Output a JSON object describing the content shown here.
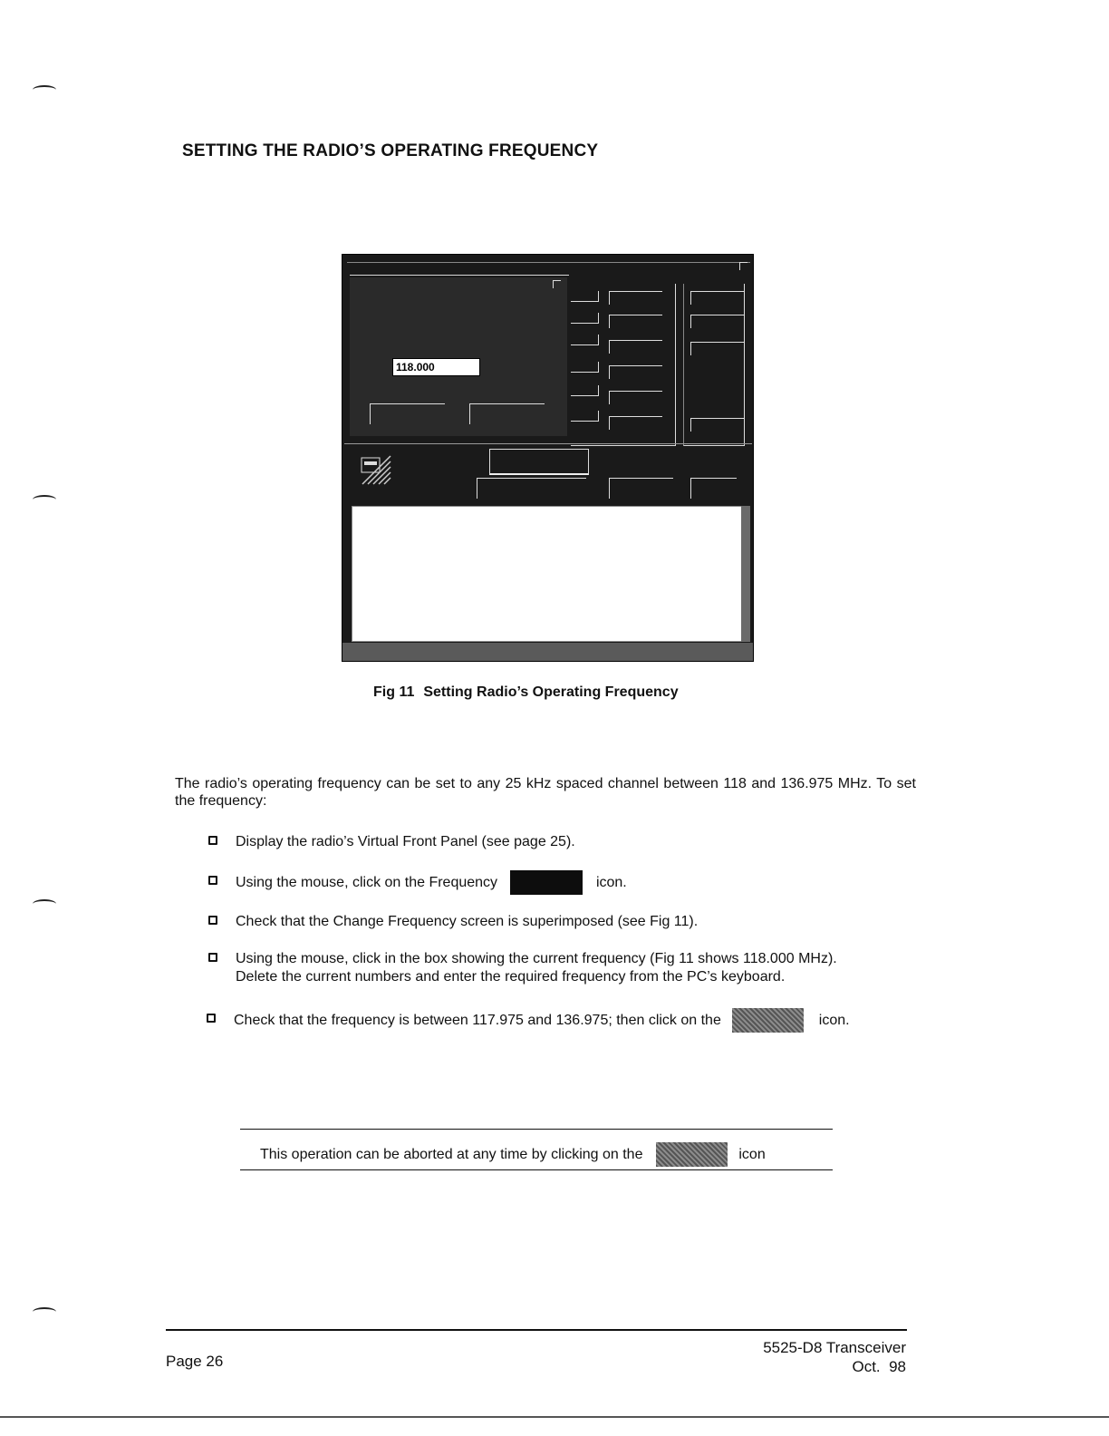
{
  "heading": "SETTING THE RADIO’S OPERATING FREQUENCY",
  "figure": {
    "frequency_value": "118.000",
    "caption_number": "Fig 11",
    "caption_title": "Setting Radio’s Operating Frequency"
  },
  "intro": "The radio’s operating frequency can be set to any 25 kHz spaced channel between 118 and 136.975 MHz. To set the frequency:",
  "steps": [
    {
      "text": "Display the radio’s Virtual Front Panel (see page 25)."
    },
    {
      "before": "Using the mouse, click on the Frequency",
      "after": "icon."
    },
    {
      "text": "Check that the Change Frequency screen is superimposed (see Fig 11)."
    },
    {
      "line1": "Using the mouse, click in the box showing the current frequency (Fig 11 shows 118.000 MHz).",
      "line2": "Delete the current numbers and enter the required frequency from the PC’s keyboard."
    },
    {
      "before": "Check that the frequency is between 117.975 and 136.975; then click on the",
      "after": "icon."
    }
  ],
  "note": {
    "before": "This operation can be aborted at any time by clicking on the",
    "after": "icon"
  },
  "footer": {
    "page": "Page 26",
    "model": "5525-D8 Transceiver",
    "date": "Oct.  98"
  }
}
